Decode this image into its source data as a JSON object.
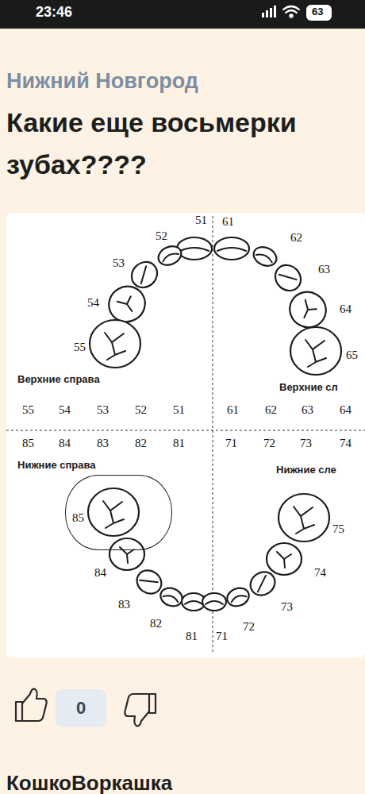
{
  "diagram": {
    "title": "Какие еще восьмерки зубах????",
    "nodes": [
      {
        "text": [
          "85"
        ]
      },
      {
        "text": [
          "0"
        ]
      }
    ],
    "labels": [
      "23:46",
      "63",
      "Нижний Новгород",
      "51",
      "61",
      "52",
      "62",
      "53",
      "63",
      "54",
      "64",
      "55",
      "65",
      "Верхние справа",
      "Верхние сл",
      "55",
      "54",
      "53",
      "52",
      "51",
      "61",
      "62",
      "63",
      "64",
      "85",
      "84",
      "83",
      "82",
      "81",
      "71",
      "72",
      "73",
      "74",
      "Нижние справа",
      "Нижние сле",
      "84",
      "83",
      "82",
      "81",
      "71",
      "72",
      "73",
      "74",
      "75",
      "КошкоВоркашка"
    ]
  }
}
